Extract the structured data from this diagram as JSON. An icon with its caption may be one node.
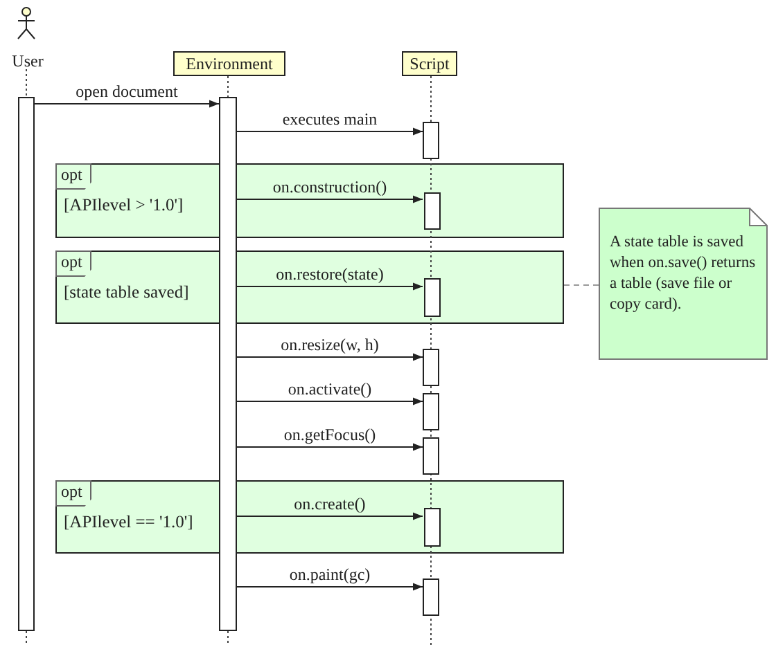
{
  "diagram": {
    "nodes": [
      {
        "text": [
          "User"
        ]
      },
      {
        "text": [
          "Environment"
        ]
      },
      {
        "text": [
          "Script"
        ]
      },
      {
        "text": [],
        "shape": "bar"
      },
      {
        "text": [],
        "shape": "bar"
      },
      {
        "text": [],
        "shape": "bar"
      },
      {
        "text": [
          "opt",
          "[APIlevel > '1.0']"
        ]
      },
      {
        "text": [],
        "shape": "bar",
        "in": 6
      },
      {
        "text": [
          "opt",
          "[state table saved]"
        ]
      },
      {
        "text": [],
        "shape": "bar",
        "in": 8
      },
      {
        "text": [],
        "shape": "bar"
      },
      {
        "text": [],
        "shape": "bar"
      },
      {
        "text": [],
        "shape": "bar"
      },
      {
        "text": [
          "opt",
          "[APIlevel == '1.0']"
        ]
      },
      {
        "text": [],
        "shape": "bar",
        "in": 13
      },
      {
        "text": [],
        "shape": "bar"
      },
      {
        "text": [
          "A state table is saved when on.save() returns a table (save file or copy card)."
        ]
      }
    ],
    "edges": [
      {
        "from": 3,
        "to": 4,
        "arrow": "to",
        "label": "open document"
      },
      {
        "from": 4,
        "to": 5,
        "arrow": "to",
        "label": "executes main"
      },
      {
        "from": 4,
        "to": 7,
        "arrow": "to",
        "label": "on.construction()"
      },
      {
        "from": 4,
        "to": 9,
        "arrow": "to",
        "label": "on.restore(state)"
      },
      {
        "from": 4,
        "to": 10,
        "arrow": "to",
        "label": "on.resize(w, h)"
      },
      {
        "from": 4,
        "to": 11,
        "arrow": "to",
        "label": "on.activate()"
      },
      {
        "from": 4,
        "to": 12,
        "arrow": "to",
        "label": "on.getFocus()"
      },
      {
        "from": 4,
        "to": 14,
        "arrow": "to",
        "label": "on.create()"
      },
      {
        "from": 4,
        "to": 15,
        "arrow": "to",
        "label": "on.paint(gc)"
      },
      {
        "from": 16,
        "to": 8,
        "arrow": "none",
        "style": "dashed",
        "color": "#999999"
      },
      {
        "from": 0,
        "to": 3,
        "arrow": "none",
        "style": "dashed"
      },
      {
        "from": 1,
        "to": 4,
        "arrow": "none",
        "style": "dashed"
      }
    ]
  }
}
